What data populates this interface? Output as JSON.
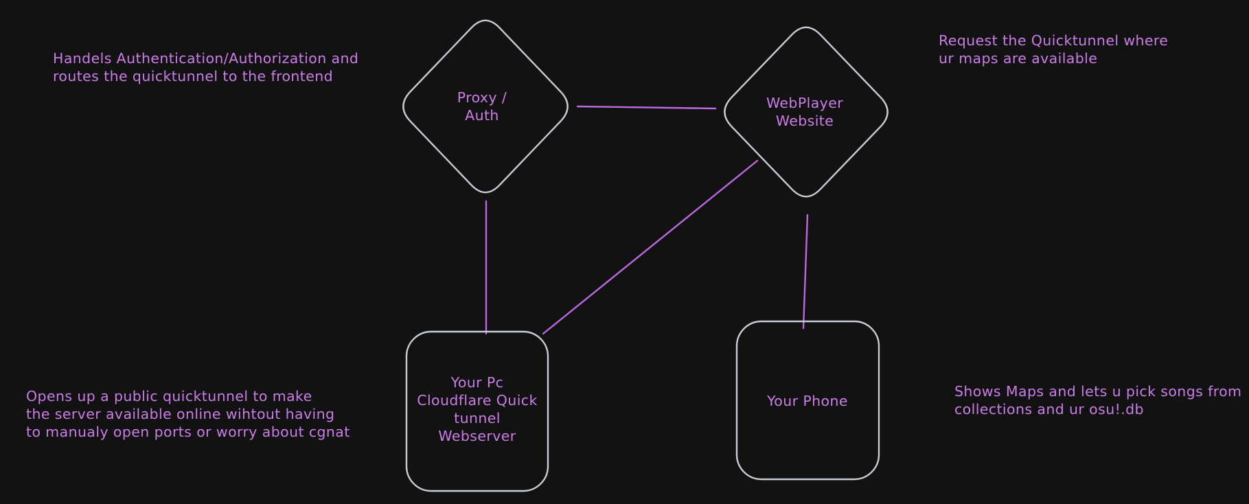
{
  "diagram": {
    "background_color": "#121212",
    "shape_stroke_color": "#c9ced6",
    "connector_color": "#be68e2",
    "text_color": "#cb7de8"
  },
  "nodes": {
    "proxy": {
      "shape": "diamond",
      "lines": [
        "Proxy /",
        "Auth"
      ]
    },
    "webplayer": {
      "shape": "diamond",
      "lines": [
        "WebPlayer",
        "Website"
      ]
    },
    "pc": {
      "shape": "rounded-rectangle",
      "lines": [
        "Your Pc",
        "Cloudflare Quick",
        "tunnel",
        "Webserver"
      ]
    },
    "phone": {
      "shape": "rounded-rectangle",
      "lines": [
        "Your Phone"
      ]
    }
  },
  "annotations": {
    "proxy_note": {
      "lines": [
        "Handels Authentication/Authorization and",
        "routes the quicktunnel to the frontend"
      ]
    },
    "webplayer_note": {
      "lines": [
        "Request the Quicktunnel where",
        "ur maps are available"
      ]
    },
    "pc_note": {
      "lines": [
        "Opens up a public quicktunnel to make",
        "the server available online wihtout having",
        "to manualy open ports or worry about cgnat"
      ]
    },
    "phone_note": {
      "lines": [
        "Shows Maps and lets u pick songs from",
        "collections and ur osu!.db"
      ]
    }
  },
  "edges": [
    {
      "from": "proxy",
      "to": "webplayer"
    },
    {
      "from": "proxy",
      "to": "pc"
    },
    {
      "from": "webplayer",
      "to": "pc"
    },
    {
      "from": "webplayer",
      "to": "phone"
    }
  ]
}
